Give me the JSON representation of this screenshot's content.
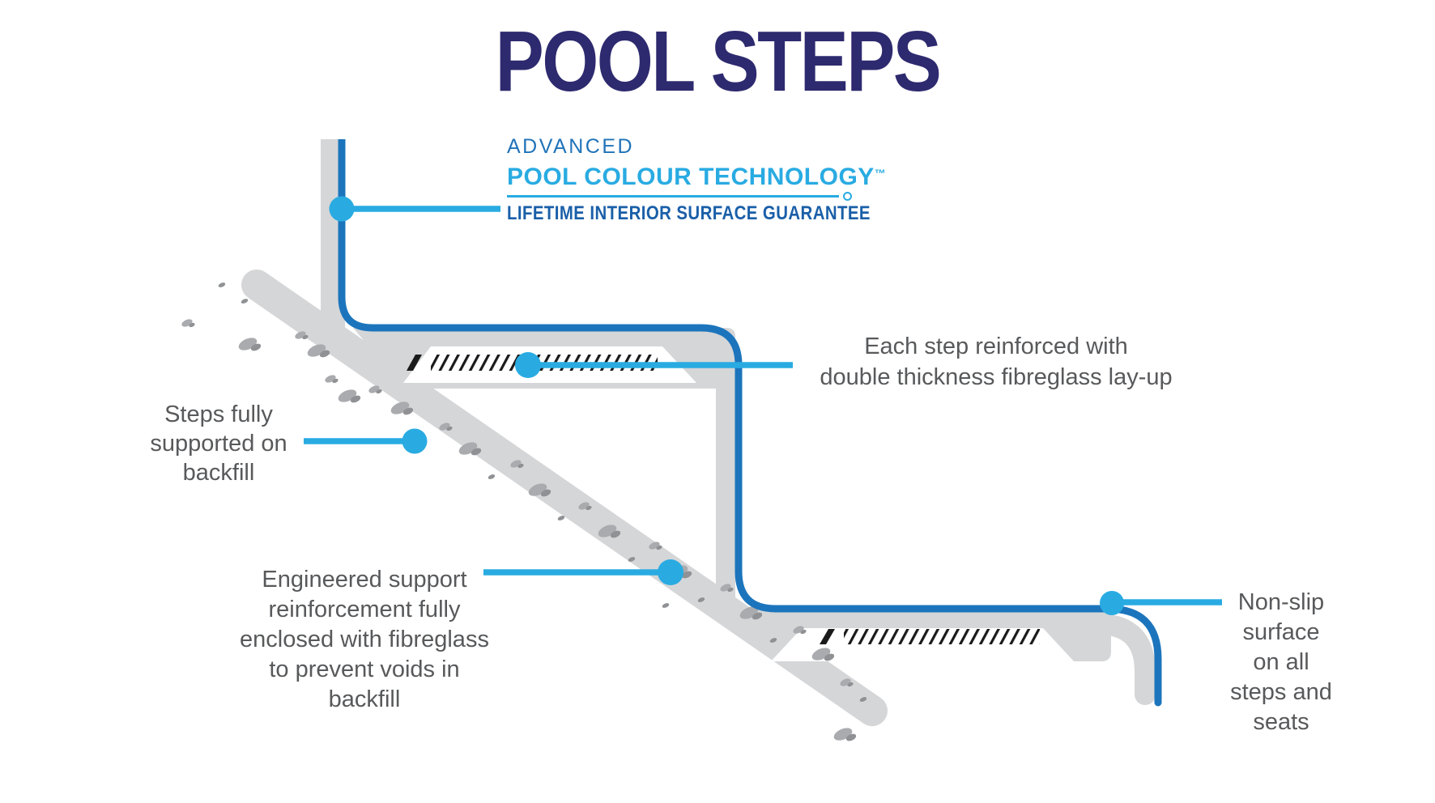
{
  "title": "POOL STEPS",
  "branding": {
    "line1": "ADVANCED",
    "line2": "POOL COLOUR TECHNOLOGY",
    "trademark": "™",
    "line3": "LIFETIME INTERIOR SURFACE GUARANTEE"
  },
  "callouts": {
    "each_step": {
      "lines": [
        "Each step reinforced with",
        "double thickness fibreglass lay-up"
      ]
    },
    "steps_fully": {
      "lines": [
        "Steps fully",
        "supported on",
        "backfill"
      ]
    },
    "engineered": {
      "lines": [
        "Engineered support",
        "reinforcement fully",
        "enclosed with fibreglass",
        "to prevent voids in",
        "backfill"
      ]
    },
    "non_slip": {
      "lines": [
        "Non-slip",
        "surface",
        "on all",
        "steps and",
        "seats"
      ]
    }
  },
  "colors": {
    "accent_cyan": "#29ABE2",
    "pool_blue": "#1C75BC",
    "advanced_blue": "#2073B8",
    "lifetime_blue": "#1A5FA8",
    "title_navy": "#2E2A6F",
    "backfill_gray": "#D5D6D8",
    "label_gray": "#58595B",
    "hatch_black": "#1A1A1A"
  }
}
